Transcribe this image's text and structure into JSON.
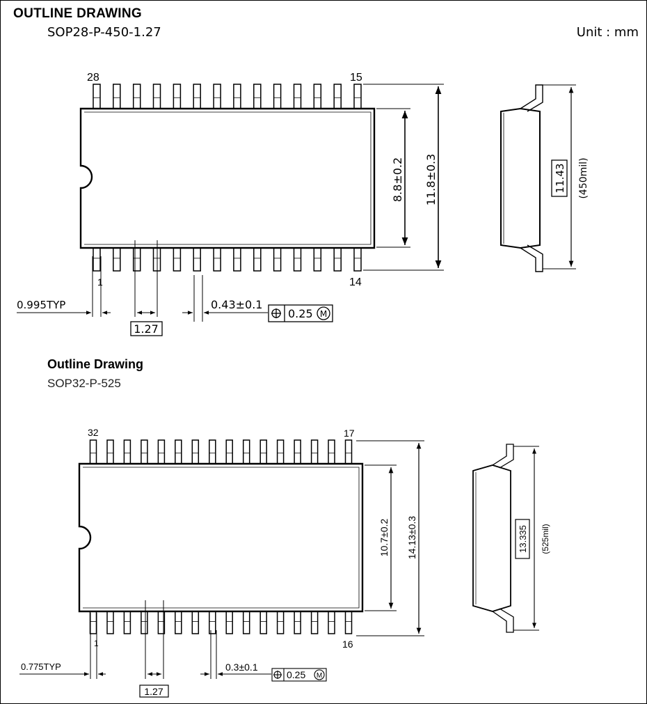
{
  "title": "OUTLINE DRAWING",
  "unit_label": "Unit : mm",
  "packages": [
    {
      "name": "",
      "code": "SOP28-P-450-1.27",
      "pin_top_left": "28",
      "pin_top_right": "15",
      "pin_bottom_left": "1",
      "pin_bottom_right": "14",
      "body_width": "8.8±0.2",
      "total_width": "11.8±0.3",
      "lead_offset": "0.995TYP",
      "pitch": "1.27",
      "lead_width": "0.43±0.1",
      "tolerance": "0.25",
      "tolerance_mod": "M",
      "mil_dim": "11.43",
      "mil_label": "(450mil)"
    },
    {
      "name": "Outline Drawing",
      "code": "SOP32-P-525",
      "pin_top_left": "32",
      "pin_top_right": "17",
      "pin_bottom_left": "1",
      "pin_bottom_right": "16",
      "body_width": "10.7±0.2",
      "total_width": "14.13±0.3",
      "lead_offset": "0.775TYP",
      "pitch": "1.27",
      "lead_width": "0.3±0.1",
      "tolerance": "0.25",
      "tolerance_mod": "M",
      "mil_dim": "13.335",
      "mil_label": "(525mil)"
    }
  ]
}
